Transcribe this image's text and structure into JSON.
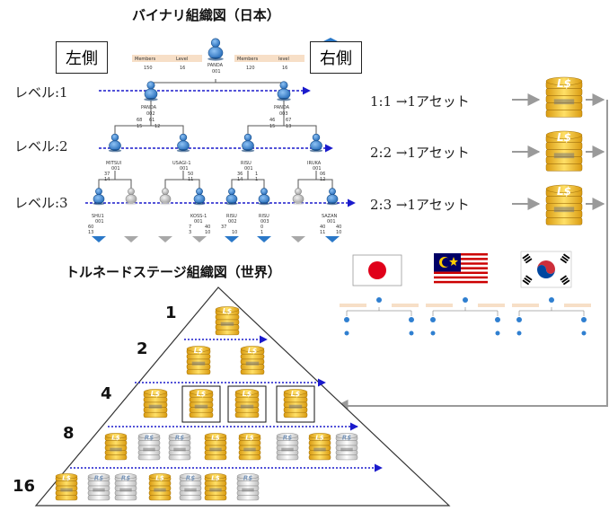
{
  "titles": {
    "binary": "バイナリ組織図（日本）",
    "tornado": "トルネードステージ組織図（世界）"
  },
  "sides": {
    "left": "左側",
    "right": "右側"
  },
  "levels": [
    "レベル:1",
    "レベル:2",
    "レベル:3"
  ],
  "ratios": [
    "1:1 →1アセット",
    "2:2 →1アセット",
    "2:3 →1アセット"
  ],
  "pyramid_rows": [
    "1",
    "2",
    "4",
    "8",
    "16"
  ],
  "binary_tree": {
    "root": {
      "name": "PANDA",
      "id": "001"
    },
    "header": {
      "left": {
        "members_label": "Members",
        "level_label": "Level",
        "members": "150",
        "level": "16"
      },
      "right": {
        "members_label": "Members",
        "level_label": "level",
        "members": "120",
        "level": "16"
      }
    },
    "level1": [
      {
        "name": "PANDA",
        "id": "002",
        "stats": [
          "68",
          "61",
          "15",
          "12"
        ]
      },
      {
        "name": "PANDA",
        "id": "003",
        "stats": [
          "46",
          "67",
          "15",
          "13"
        ]
      }
    ],
    "level2": [
      {
        "name": "MITSUI",
        "id": "001",
        "stats": [
          "37",
          "14"
        ]
      },
      {
        "name": "USAGI-1",
        "id": "001",
        "stats": [
          "50",
          "11"
        ]
      },
      {
        "name": "RISU",
        "id": "001",
        "stats": [
          "36",
          "1",
          "14",
          "1"
        ]
      },
      {
        "name": "IRUKA",
        "id": "001",
        "stats": [
          "06",
          "12"
        ]
      }
    ],
    "level3": [
      {
        "name": "SHU1",
        "id": "001",
        "stats": [
          "60",
          "13"
        ]
      },
      {
        "name": "KOSS-1",
        "id": "001",
        "stats": [
          "7",
          "40",
          "3",
          "10"
        ]
      },
      {
        "name": "RISU",
        "id": "002",
        "stats": [
          "37",
          "10"
        ]
      },
      {
        "name": "RISU",
        "id": "003",
        "stats": [
          "0",
          "1"
        ]
      },
      {
        "name": "SAZAN",
        "id": "001",
        "stats": [
          "40",
          "40",
          "11",
          "10"
        ]
      }
    ]
  },
  "coin_labels": {
    "gold": "L$",
    "silver": "R$"
  },
  "flags": [
    "japan-flag",
    "malaysia-flag",
    "korea-flag"
  ],
  "colors": {
    "node_blue": "#2f7fd0",
    "node_grey": "#b8b8b8",
    "gold": "#f4c430",
    "silver": "#d8d8d8",
    "arrow_blue": "#1a1acc",
    "connector_grey": "#9a9a9a"
  }
}
